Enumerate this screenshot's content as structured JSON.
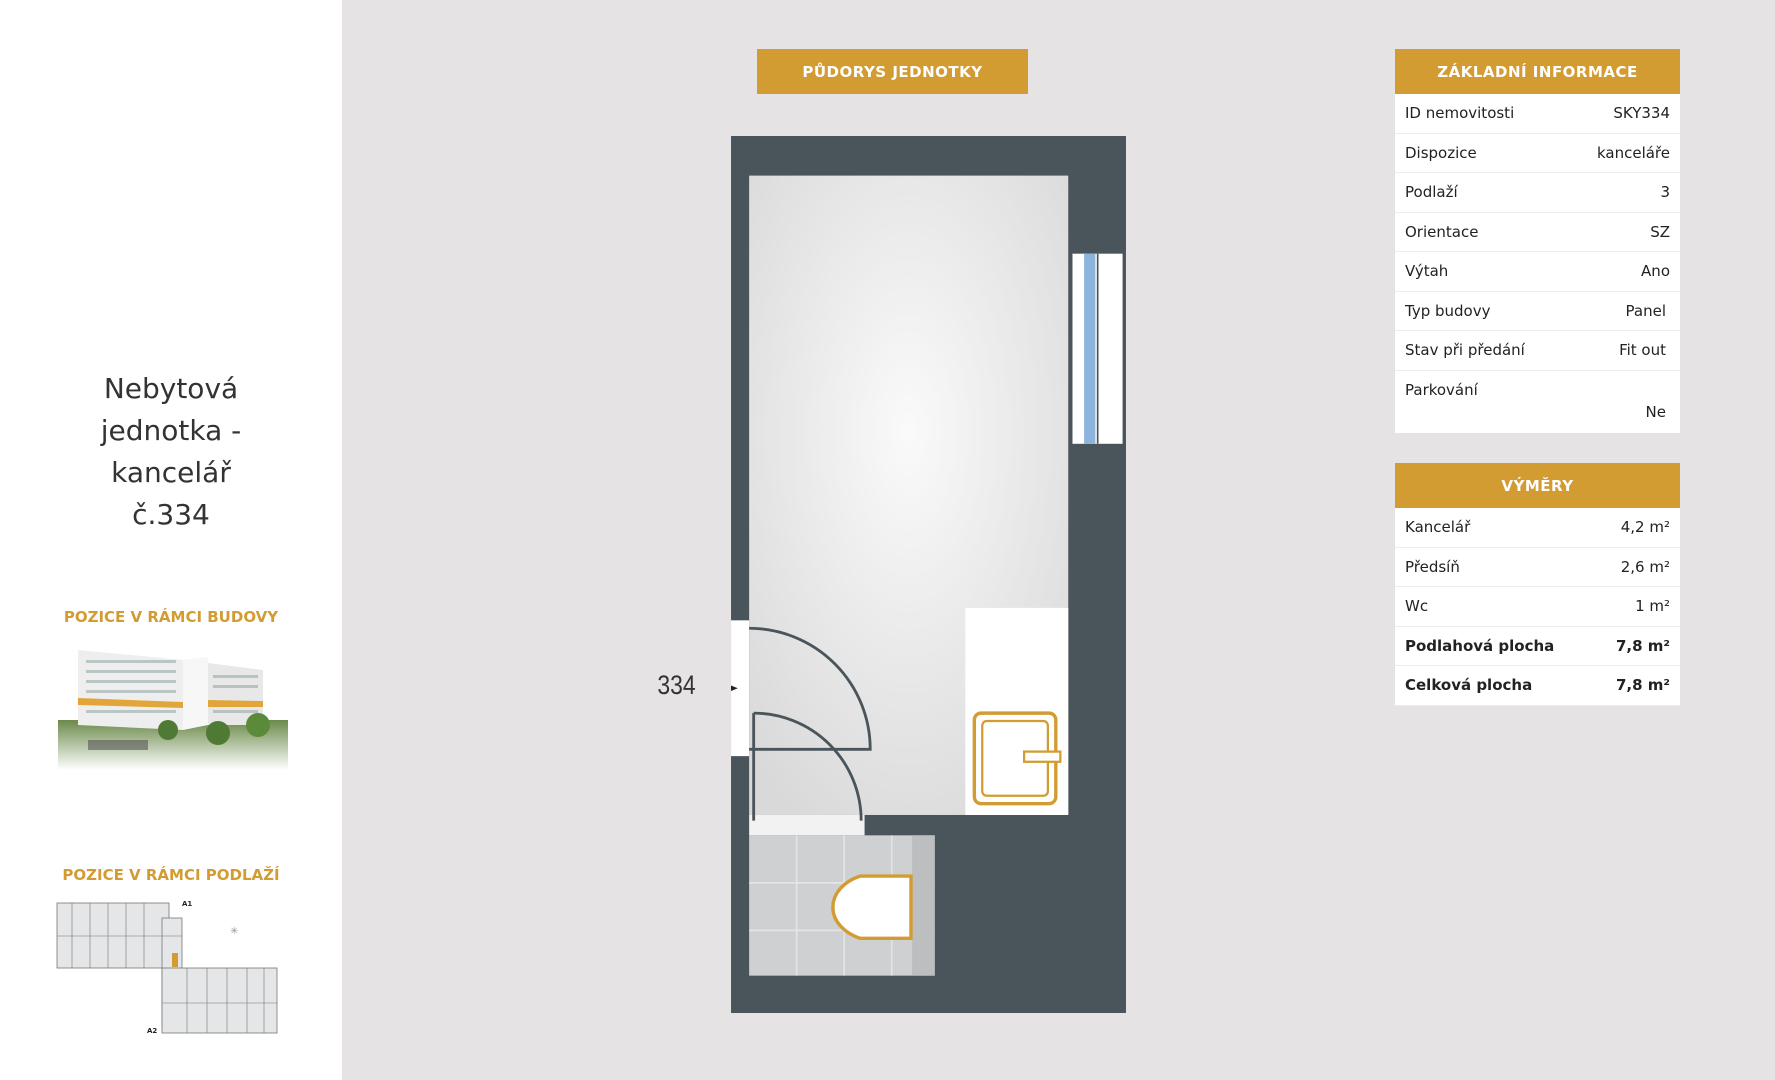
{
  "sidebar": {
    "title": "Nebytová jednotka - kancelář č.334",
    "building_heading": "POZICE V RÁMCI BUDOVY",
    "floor_heading": "POZICE V RÁMCI PODLAŽÍ",
    "floor_labels": [
      "A1",
      "A2"
    ]
  },
  "plan": {
    "heading": "PŮDORYS JEDNOTKY",
    "unit_label": "334"
  },
  "info": {
    "heading": "ZÁKLADNÍ INFORMACE",
    "rows": [
      {
        "label": "ID nemovitosti",
        "value": "SKY334"
      },
      {
        "label": "Dispozice",
        "value": "kanceláře"
      },
      {
        "label": "Podlaží",
        "value": "3"
      },
      {
        "label": "Orientace",
        "value": "SZ"
      },
      {
        "label": "Výtah",
        "value": "Ano"
      },
      {
        "label": "Typ budovy",
        "value": "Panel"
      },
      {
        "label": "Stav při předání",
        "value": "Fit out"
      },
      {
        "label": "Parkování",
        "value": "Ne"
      }
    ]
  },
  "areas": {
    "heading": "VÝMĚRY",
    "rows": [
      {
        "label": "Kancelář",
        "value": "4,2 m²"
      },
      {
        "label": "Předsíň",
        "value": "2,6 m²"
      },
      {
        "label": "Wc",
        "value": "1 m²"
      },
      {
        "label": "Podlahová plocha",
        "value": "7,8 m²"
      },
      {
        "label": "Celková plocha",
        "value": "7,8 m²"
      }
    ]
  },
  "colors": {
    "accent": "#d39c32",
    "wall": "#4a545b"
  }
}
